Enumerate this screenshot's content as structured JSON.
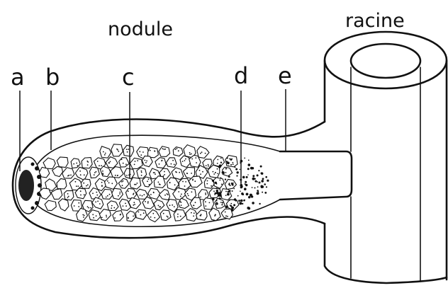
{
  "titles": {
    "nodule": "nodule",
    "root": "racine"
  },
  "labels": {
    "a": "a",
    "b": "b",
    "c": "c",
    "d": "d",
    "e": "e"
  },
  "colors": {
    "ink": "#111111",
    "paper": "#ffffff"
  }
}
